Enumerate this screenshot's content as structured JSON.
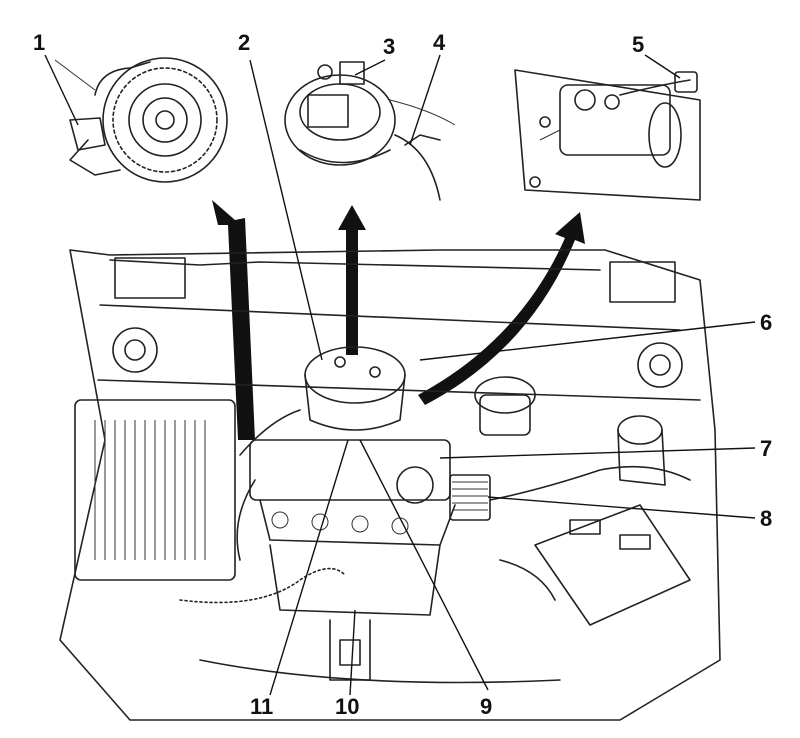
{
  "figure": {
    "callouts": [
      {
        "id": "1",
        "text": "1"
      },
      {
        "id": "2",
        "text": "2"
      },
      {
        "id": "3",
        "text": "3"
      },
      {
        "id": "4",
        "text": "4"
      },
      {
        "id": "5",
        "text": "5"
      },
      {
        "id": "6",
        "text": "6"
      },
      {
        "id": "7",
        "text": "7"
      },
      {
        "id": "8",
        "text": "8"
      },
      {
        "id": "9",
        "text": "9"
      },
      {
        "id": "10",
        "text": "10"
      },
      {
        "id": "11",
        "text": "11"
      }
    ],
    "colors": {
      "ink": "#222222",
      "background": "#ffffff"
    }
  }
}
